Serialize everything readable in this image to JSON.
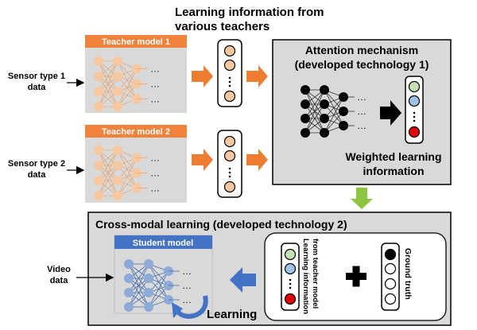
{
  "header": {
    "line1": "Learning information from",
    "line2": "various teachers"
  },
  "teacher1": {
    "title": "Teacher model 1"
  },
  "teacher2": {
    "title": "Teacher model 2"
  },
  "sensor1": {
    "line1": "Sensor type 1",
    "line2": "data"
  },
  "sensor2": {
    "line1": "Sensor type 2",
    "line2": "data"
  },
  "attention": {
    "title_line1": "Attention mechanism",
    "title_line2": "(developed technology 1)",
    "weighted_line1": "Weighted learning",
    "weighted_line2": "information"
  },
  "crossmodal": {
    "title": "Cross-modal learning (developed technology 2)"
  },
  "student": {
    "title": "Student model",
    "learning_label": "Learning"
  },
  "video": {
    "line1": "Video",
    "line2": "data"
  },
  "combine": {
    "teacher_info_line1": "Learning information",
    "teacher_info_line2": "from teacher model",
    "ground_truth": "Ground truth"
  },
  "ellipsis": "…",
  "colors": {
    "teacher_header": "#f0823c",
    "teacher_node": "#f7c79f",
    "orange_arrow": "#ee7d32",
    "student_header": "#4472c4",
    "student_node": "#8eaad8",
    "blue_arrow": "#4472c4",
    "green_arrow": "#8cc63f",
    "panel_gray": "#d9d9d9",
    "node_green": "#c6e0b4",
    "node_blue": "#9dc3e6",
    "node_red": "#e00000"
  }
}
